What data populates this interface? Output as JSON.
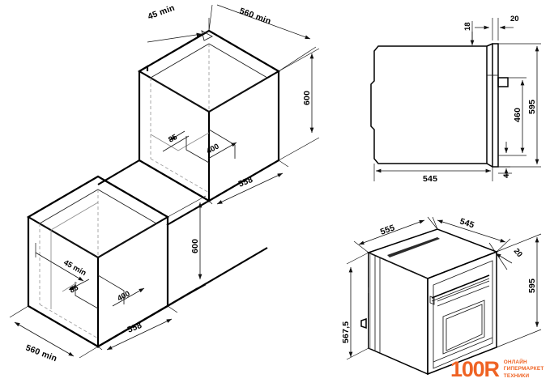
{
  "page": {
    "kind": "technical-installation-drawing",
    "subject": "built-in oven cabinet cutout dimensions",
    "background_color": "#ffffff",
    "line_color": "#000000"
  },
  "views": {
    "upper_cabinet": {
      "name": "upper built-in cabinet isometric",
      "dimensions": {
        "gap_top": "45 min",
        "depth_top": "560 min",
        "height_right": "600",
        "width_front": "558",
        "inner_left": "85",
        "inner_width": "400"
      }
    },
    "lower_cabinet": {
      "name": "lower built-in cabinet isometric",
      "dimensions": {
        "gap_rear": "45 min",
        "inner_left": "85",
        "inner_width": "400",
        "height_right": "600",
        "width_front": "558",
        "depth_bottom": "560 min"
      }
    },
    "side_profile": {
      "name": "oven side section view",
      "dimensions": {
        "front_panel_offset": "18",
        "front_panel_thickness": "20",
        "overall_height": "595",
        "door_height": "460",
        "body_depth": "545",
        "bottom_gap": "4"
      }
    },
    "product_3d": {
      "name": "oven product isometric view",
      "dimensions": {
        "body_width_top": "555",
        "body_depth_top": "545",
        "door_thickness": "20",
        "overall_height": "595",
        "body_height_left": "567,5"
      }
    }
  },
  "watermark": {
    "brand": "100R",
    "tagline_line1": "Онлайн",
    "tagline_line2": "Гипермаркет",
    "tagline_line3": "Техники",
    "color": "#ef6324"
  }
}
